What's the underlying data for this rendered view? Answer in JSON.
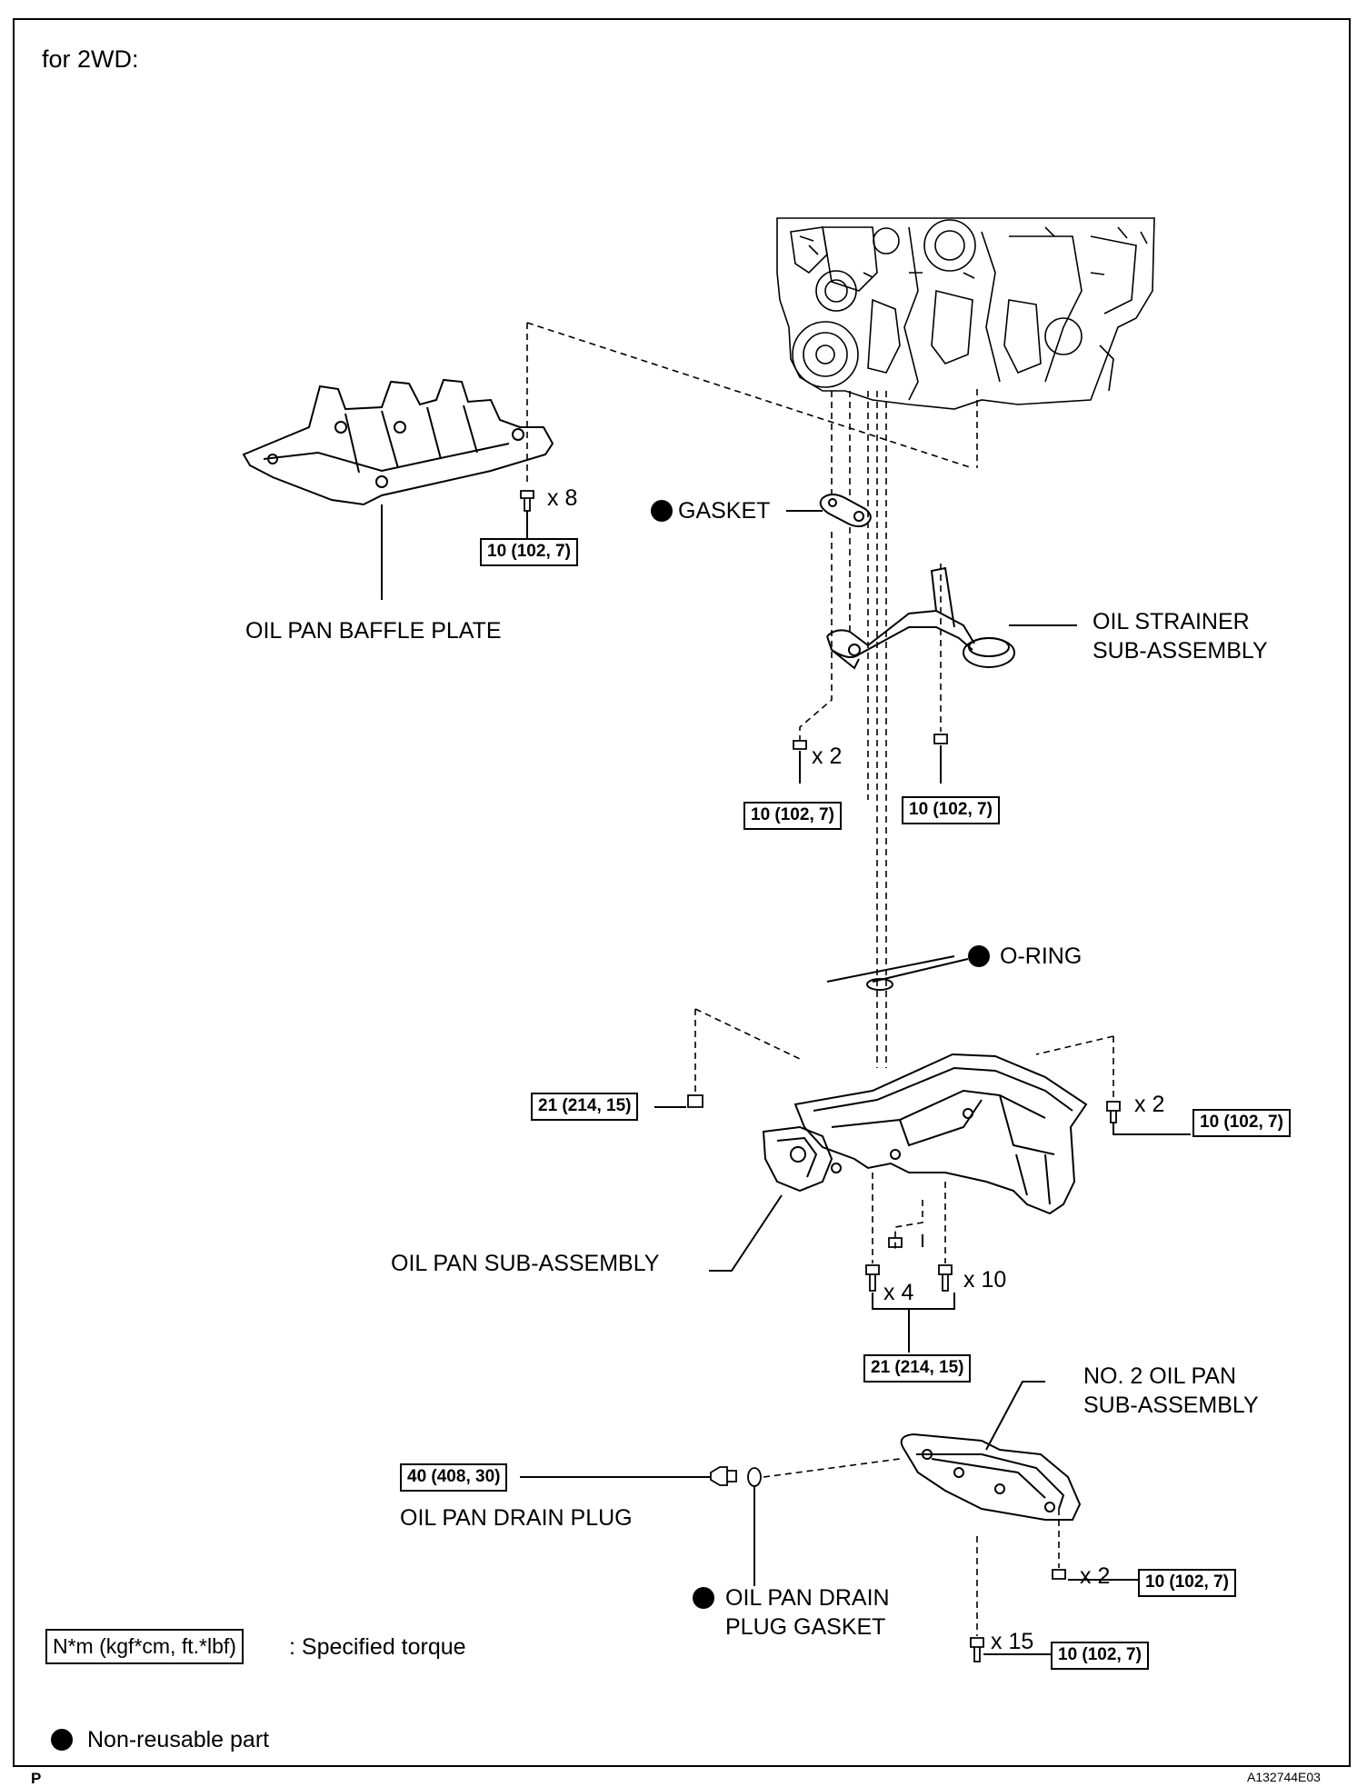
{
  "heading": "for 2WD:",
  "labels": {
    "gasket": "GASKET",
    "oil_pan_baffle_plate": "OIL PAN BAFFLE PLATE",
    "oil_strainer_line1": "OIL STRAINER",
    "oil_strainer_line2": "SUB-ASSEMBLY",
    "o_ring": "O-RING",
    "oil_pan_sub_assembly": "OIL PAN SUB-ASSEMBLY",
    "no2_oil_pan_line1": "NO. 2 OIL PAN",
    "no2_oil_pan_line2": "SUB-ASSEMBLY",
    "drain_plug": "OIL PAN DRAIN PLUG",
    "drain_gasket_line1": "OIL PAN DRAIN",
    "drain_gasket_line2": "PLUG GASKET"
  },
  "quantities": {
    "baffle_bolts": "x 8",
    "strainer_bolts": "x 2",
    "pan_side_bolts": "x 2",
    "pan_bolts_a": "x 4",
    "pan_bolts_b": "x 10",
    "no2_nuts": "x 2",
    "no2_bolts": "x 15"
  },
  "torques": {
    "baffle": "10 (102, 7)",
    "strainer_left": "10 (102, 7)",
    "strainer_right": "10 (102, 7)",
    "pan_left_nut": "21 (214, 15)",
    "pan_right": "10 (102, 7)",
    "pan_bottom": "21 (214, 15)",
    "drain_plug": "40 (408, 30)",
    "no2_nuts": "10 (102, 7)",
    "no2_bolts": "10 (102, 7)"
  },
  "legend": {
    "torque_unit": "N*m (kgf*cm, ft.*lbf)",
    "torque_desc": ": Specified torque",
    "nonreusable": "Non-reusable part"
  },
  "footer": {
    "left": "P",
    "right": "A132744E03"
  }
}
